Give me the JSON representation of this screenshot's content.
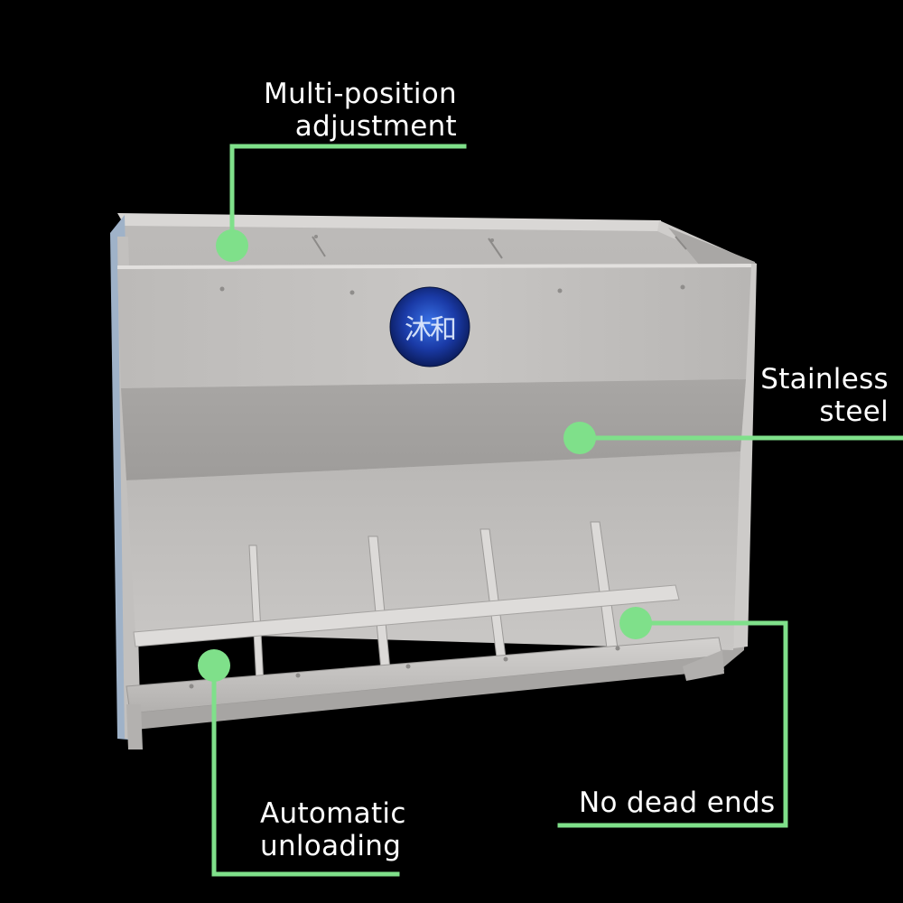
{
  "callouts": {
    "multi_position": [
      "Multi-position",
      "adjustment"
    ],
    "stainless": [
      "Stainless",
      "steel"
    ],
    "automatic": [
      "Automatic",
      "unloading"
    ],
    "no_dead_ends": "No dead ends"
  },
  "logo": {
    "text": "沐和",
    "color": "#1a3aa6"
  },
  "colors": {
    "accent": "#7fe08a",
    "background": "#000000",
    "steel": "#c9c9c9"
  }
}
